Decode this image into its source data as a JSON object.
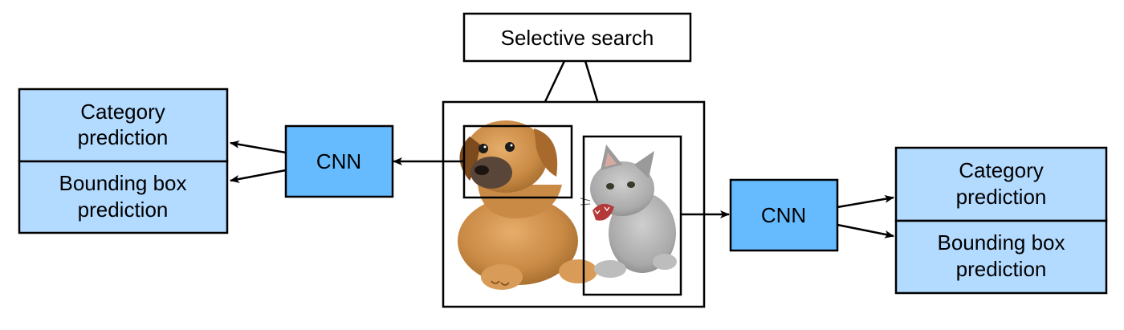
{
  "selective_search": {
    "label": "Selective search"
  },
  "left_cnn": {
    "label": "CNN"
  },
  "right_cnn": {
    "label": "CNN"
  },
  "left_outputs": {
    "category": [
      "Category",
      "prediction"
    ],
    "bbox": [
      "Bounding box",
      "prediction"
    ]
  },
  "right_outputs": {
    "category": [
      "Category",
      "prediction"
    ],
    "bbox": [
      "Bounding box",
      "prediction"
    ]
  },
  "image": {
    "subjects": [
      "puppy",
      "kitten"
    ]
  },
  "colors": {
    "cnn_fill": "#66bbff",
    "output_fill": "#b3daff",
    "stroke": "#000000",
    "background": "#ffffff"
  }
}
